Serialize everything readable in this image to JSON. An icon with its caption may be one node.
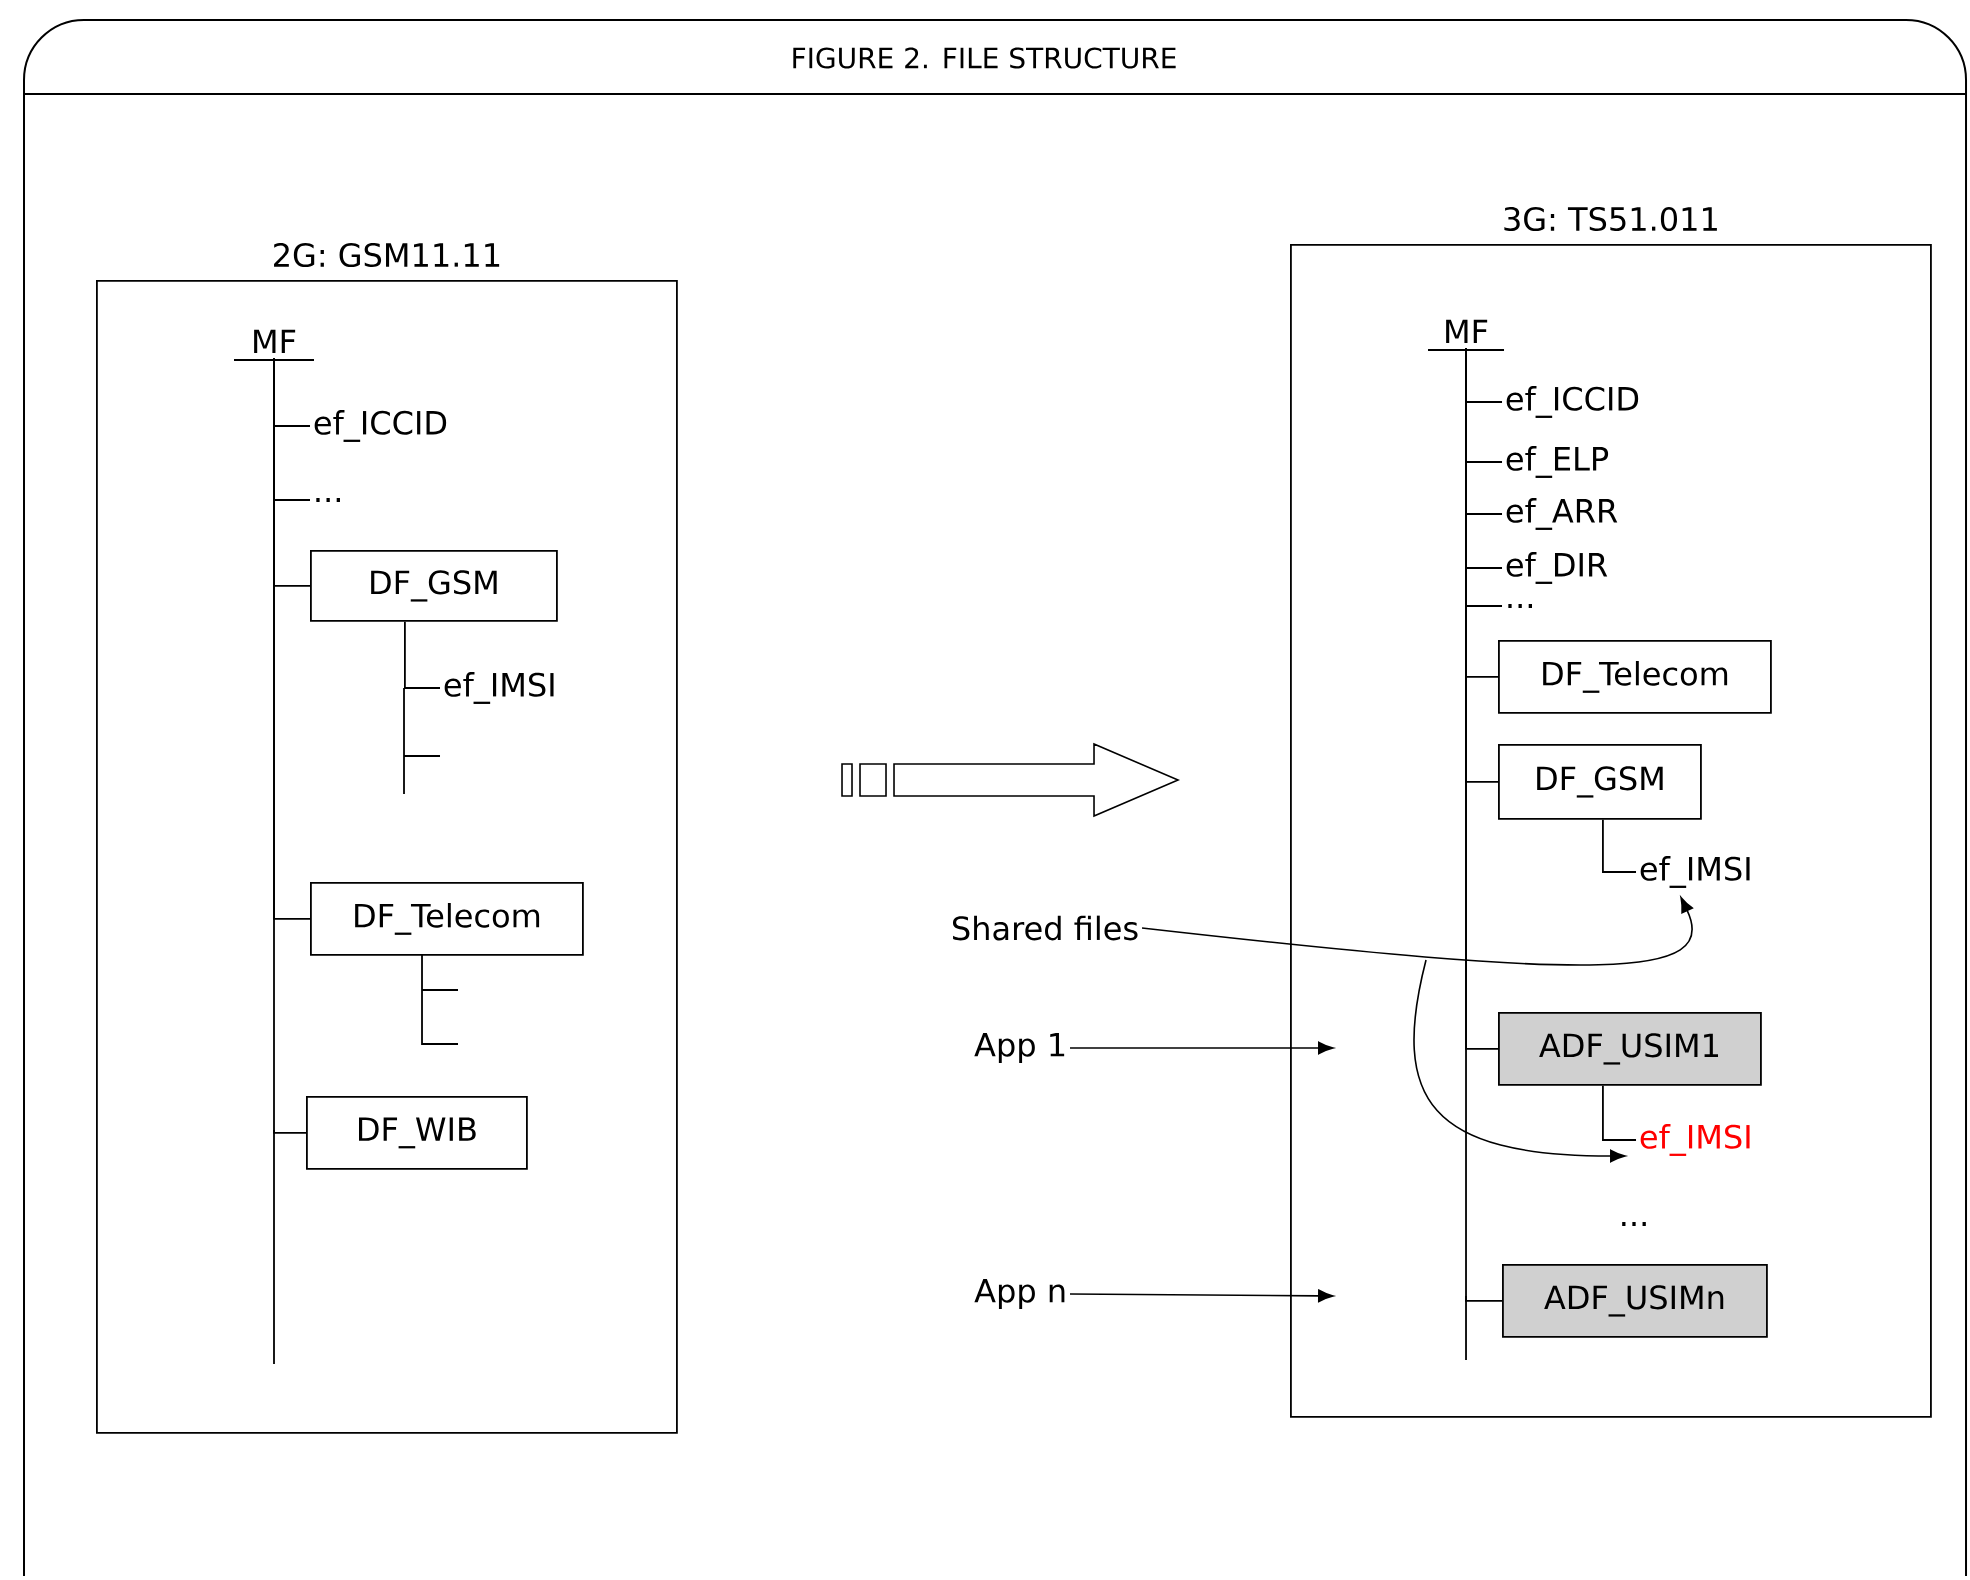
{
  "diagram": {
    "title": "FIGURE 2. FILE STRUCTURE",
    "nodes": [
      {
        "text": [
          "2G: GSM11.11"
        ]
      },
      {
        "text": [
          "MF"
        ],
        "in": 0
      },
      {
        "text": [
          "ef_ICCID"
        ],
        "in": 0
      },
      {
        "text": [
          "..."
        ],
        "in": 0
      },
      {
        "text": [
          "DF_GSM"
        ],
        "in": 0
      },
      {
        "text": [
          "ef_IMSI"
        ],
        "in": 0
      },
      {
        "text": [
          "DF_Telecom"
        ],
        "in": 0
      },
      {
        "text": [
          "DF_WIB"
        ],
        "in": 0
      },
      {
        "text": [
          "3G: TS51.011"
        ]
      },
      {
        "text": [
          "MF"
        ],
        "in": 8
      },
      {
        "text": [
          "ef_ICCID"
        ],
        "in": 8
      },
      {
        "text": [
          "ef_ELP"
        ],
        "in": 8
      },
      {
        "text": [
          "ef_ARR"
        ],
        "in": 8
      },
      {
        "text": [
          "ef_DIR"
        ],
        "in": 8
      },
      {
        "text": [
          "..."
        ],
        "in": 8
      },
      {
        "text": [
          "DF_Telecom"
        ],
        "in": 8
      },
      {
        "text": [
          "DF_GSM"
        ],
        "in": 8
      },
      {
        "text": [
          "ef_IMSI"
        ],
        "in": 8
      },
      {
        "text": [
          "ADF_USIM1"
        ],
        "in": 8
      },
      {
        "text": [
          "ef_IMSI"
        ],
        "in": 8
      },
      {
        "text": [
          "ADF_USIMn"
        ],
        "in": 8
      },
      {
        "text": [
          "Shared files"
        ]
      },
      {
        "text": [
          "App 1"
        ]
      },
      {
        "text": [
          "App n"
        ]
      }
    ],
    "edges": [
      {
        "from": 1,
        "to": 2,
        "arrow": "none"
      },
      {
        "from": 1,
        "to": 3,
        "arrow": "none"
      },
      {
        "from": 1,
        "to": 4,
        "arrow": "none"
      },
      {
        "from": 4,
        "to": 5,
        "arrow": "none"
      },
      {
        "from": 1,
        "to": 6,
        "arrow": "none"
      },
      {
        "from": 1,
        "to": 7,
        "arrow": "none"
      },
      {
        "from": 9,
        "to": 10,
        "arrow": "none"
      },
      {
        "from": 9,
        "to": 11,
        "arrow": "none"
      },
      {
        "from": 9,
        "to": 12,
        "arrow": "none"
      },
      {
        "from": 9,
        "to": 13,
        "arrow": "none"
      },
      {
        "from": 9,
        "to": 14,
        "arrow": "none"
      },
      {
        "from": 9,
        "to": 15,
        "arrow": "none"
      },
      {
        "from": 9,
        "to": 16,
        "arrow": "none"
      },
      {
        "from": 16,
        "to": 17,
        "arrow": "none"
      },
      {
        "from": 9,
        "to": 18,
        "arrow": "none"
      },
      {
        "from": 18,
        "to": 19,
        "arrow": "none"
      },
      {
        "from": 9,
        "to": 20,
        "arrow": "none"
      },
      {
        "from": 21,
        "to": 17,
        "arrow": "to"
      },
      {
        "from": null,
        "to": 19,
        "arrow": "to"
      },
      {
        "from": 22,
        "to": null,
        "arrow": "to"
      },
      {
        "from": 23,
        "to": null,
        "arrow": "to"
      }
    ],
    "labels": [
      "..."
    ]
  }
}
